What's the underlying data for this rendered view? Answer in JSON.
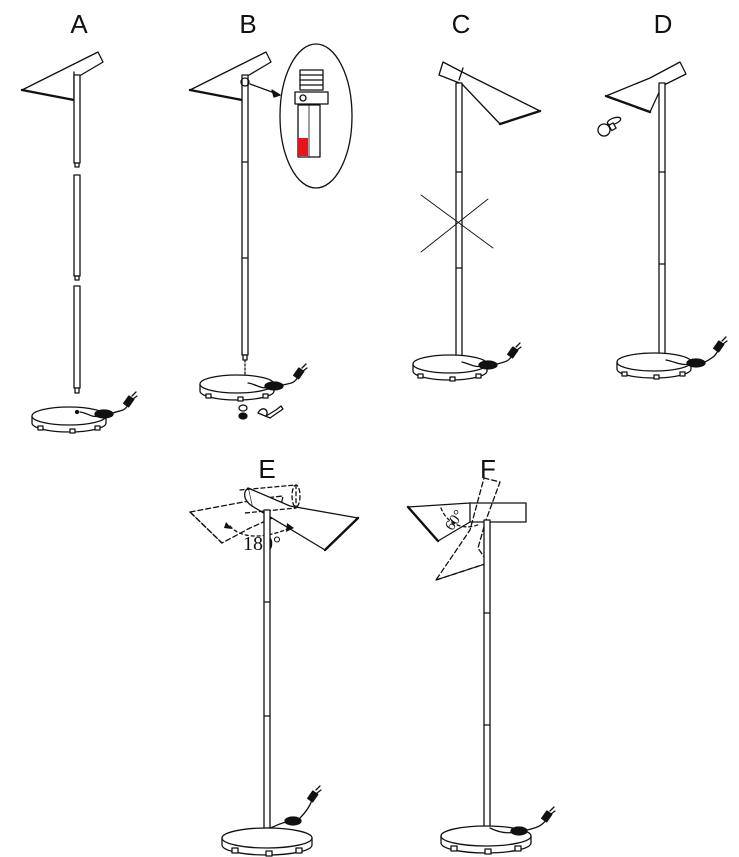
{
  "panels": [
    {
      "id": "A",
      "label": "A"
    },
    {
      "id": "B",
      "label": "B"
    },
    {
      "id": "C",
      "label": "C"
    },
    {
      "id": "D",
      "label": "D"
    },
    {
      "id": "E",
      "label": "E",
      "angle": "180°"
    },
    {
      "id": "F",
      "label": "F",
      "angle": "60°"
    }
  ],
  "colors": {
    "line": "#111111",
    "accent": "#e8141b",
    "fill": "#ffffff"
  }
}
